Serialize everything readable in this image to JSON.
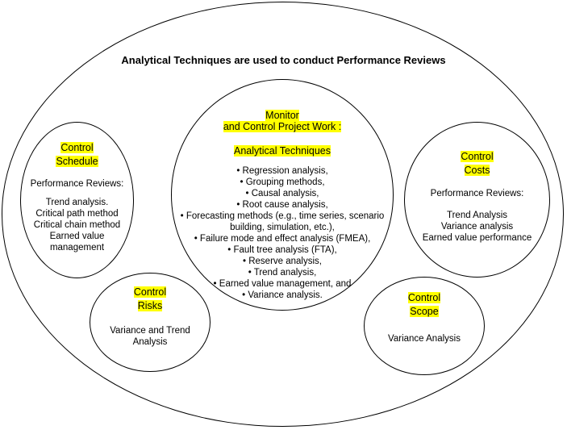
{
  "title": "Analytical Techniques are used to conduct Performance Reviews",
  "center": {
    "head_line1": "Monitor",
    "head_line2": "and Control Project Work :",
    "subhead": "Analytical Techniques",
    "items": [
      "• Regression analysis,",
      "• Grouping methods,",
      "• Causal analysis,",
      "• Root cause analysis,",
      "• Forecasting methods (e.g., time series, scenario",
      "building, simulation, etc.),",
      "• Failure mode and effect analysis (FMEA),",
      "• Fault tree analysis (FTA),",
      "• Reserve analysis,",
      "• Trend analysis,",
      "• Earned value management, and",
      "• Variance analysis."
    ]
  },
  "schedule": {
    "head_line1": "Control",
    "head_line2": "Schedule",
    "intro": "Performance Reviews:",
    "items": [
      "Trend analysis.",
      "Critical path method",
      "Critical chain method",
      "Earned value",
      "management"
    ]
  },
  "costs": {
    "head_line1": "Control",
    "head_line2": "Costs",
    "intro": "Performance Reviews:",
    "items": [
      "Trend Analysis",
      "Variance analysis",
      "Earned value performance"
    ]
  },
  "risks": {
    "head_line1": "Control",
    "head_line2": "Risks",
    "body_line1": "Variance and Trend",
    "body_line2": "Analysis"
  },
  "scope": {
    "head_line1": "Control",
    "head_line2": "Scope",
    "body": "Variance Analysis"
  }
}
